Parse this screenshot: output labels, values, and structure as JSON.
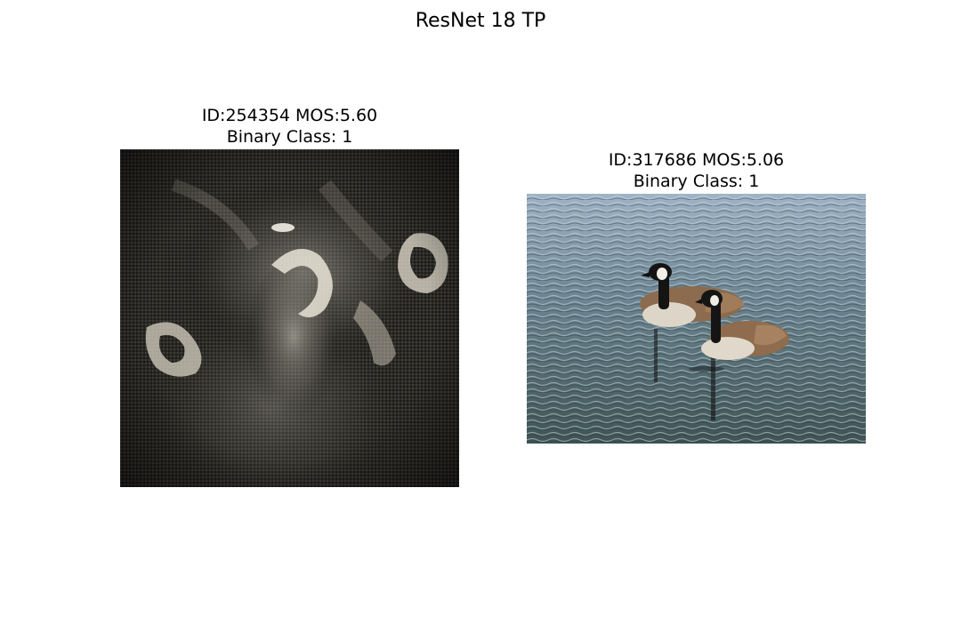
{
  "figure": {
    "title": "ResNet 18 TP"
  },
  "panels": [
    {
      "id_mos": "ID:254354 MOS:5.60",
      "binary_class": "Binary Class: 1"
    },
    {
      "id_mos": "ID:317686 MOS:5.06",
      "binary_class": "Binary Class: 1"
    }
  ]
}
